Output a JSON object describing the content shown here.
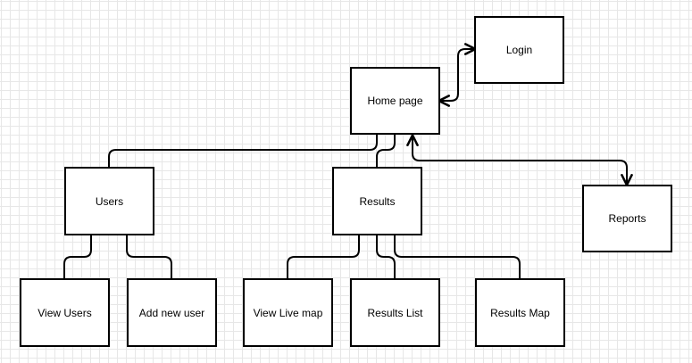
{
  "diagram": {
    "nodes": {
      "login": {
        "label": "Login"
      },
      "home": {
        "label": "Home page"
      },
      "users": {
        "label": "Users"
      },
      "results": {
        "label": "Results"
      },
      "reports": {
        "label": "Reports"
      },
      "view_users": {
        "label": "View Users"
      },
      "add_user": {
        "label": "Add new user"
      },
      "view_live_map": {
        "label": "View Live map"
      },
      "results_list": {
        "label": "Results List"
      },
      "results_map": {
        "label": "Results Map"
      }
    },
    "edges": [
      {
        "from": "home",
        "to": "login",
        "arrows": "both"
      },
      {
        "from": "home",
        "to": "users",
        "arrows": "none"
      },
      {
        "from": "home",
        "to": "results",
        "arrows": "none"
      },
      {
        "from": "home",
        "to": "reports",
        "arrows": "both"
      },
      {
        "from": "users",
        "to": "view_users",
        "arrows": "none"
      },
      {
        "from": "users",
        "to": "add_user",
        "arrows": "none"
      },
      {
        "from": "results",
        "to": "view_live_map",
        "arrows": "none"
      },
      {
        "from": "results",
        "to": "results_list",
        "arrows": "none"
      },
      {
        "from": "results",
        "to": "results_map",
        "arrows": "none"
      }
    ],
    "colors": {
      "stroke": "#000000",
      "fill": "#ffffff",
      "grid": "#e7e7e7"
    }
  }
}
